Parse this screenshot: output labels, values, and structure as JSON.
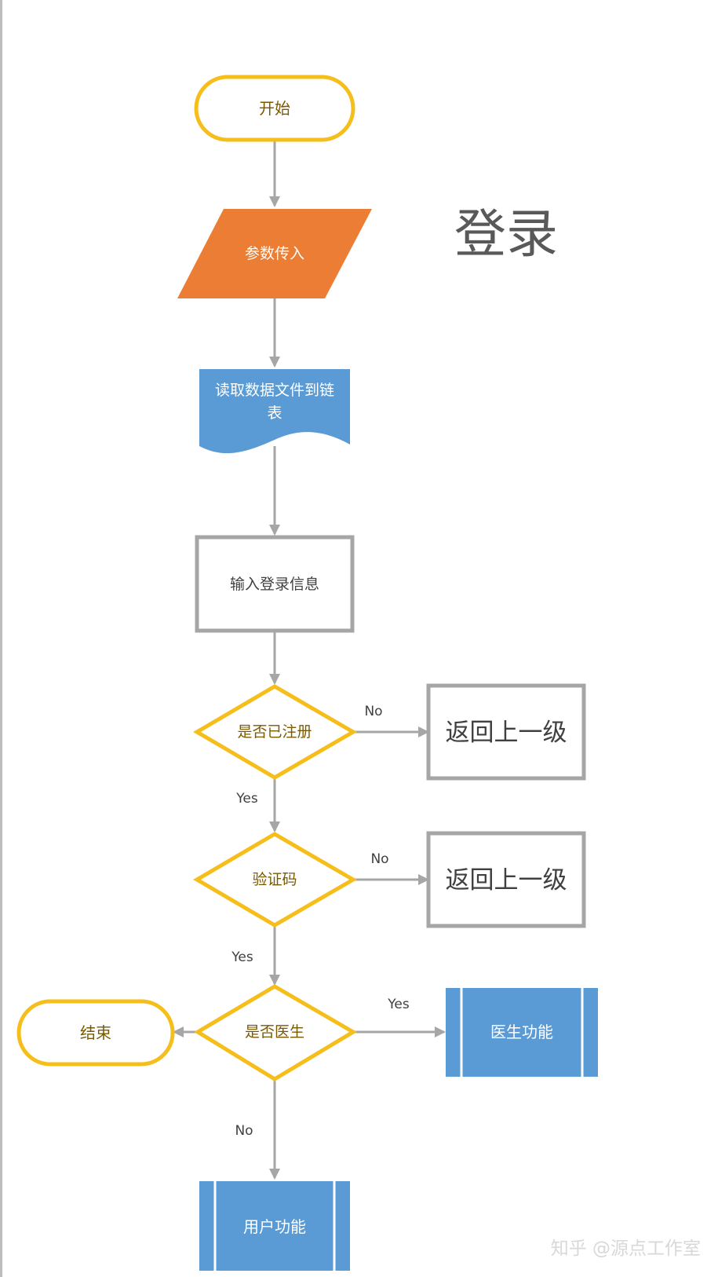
{
  "title": "登录",
  "nodes": {
    "start": "开始",
    "params_in": "参数传入",
    "read_file": [
      "读取数据文件到链",
      "表"
    ],
    "input_login": "输入登录信息",
    "is_registered": "是否已注册",
    "verify_code": "验证码",
    "is_doctor": "是否医生",
    "return_1": "返回上一级",
    "return_2": "返回上一级",
    "end": "结束",
    "doctor_func": "医生功能",
    "user_func": "用户功能"
  },
  "edge_labels": {
    "registered_no": "No",
    "registered_yes": "Yes",
    "verify_no": "No",
    "verify_yes": "Yes",
    "doctor_yes": "Yes",
    "doctor_no": "No"
  },
  "watermark": "知乎 @源点工作室",
  "colors": {
    "terminal_border": "#F5BE1A",
    "decision_border": "#F5BE1A",
    "decision_text": "#7A5A00",
    "io_fill": "#EC7D35",
    "blue_fill": "#5B9BD5",
    "process_border": "#A6A6A6",
    "arrow": "#A6A6A6",
    "text_gray": "#404040"
  }
}
